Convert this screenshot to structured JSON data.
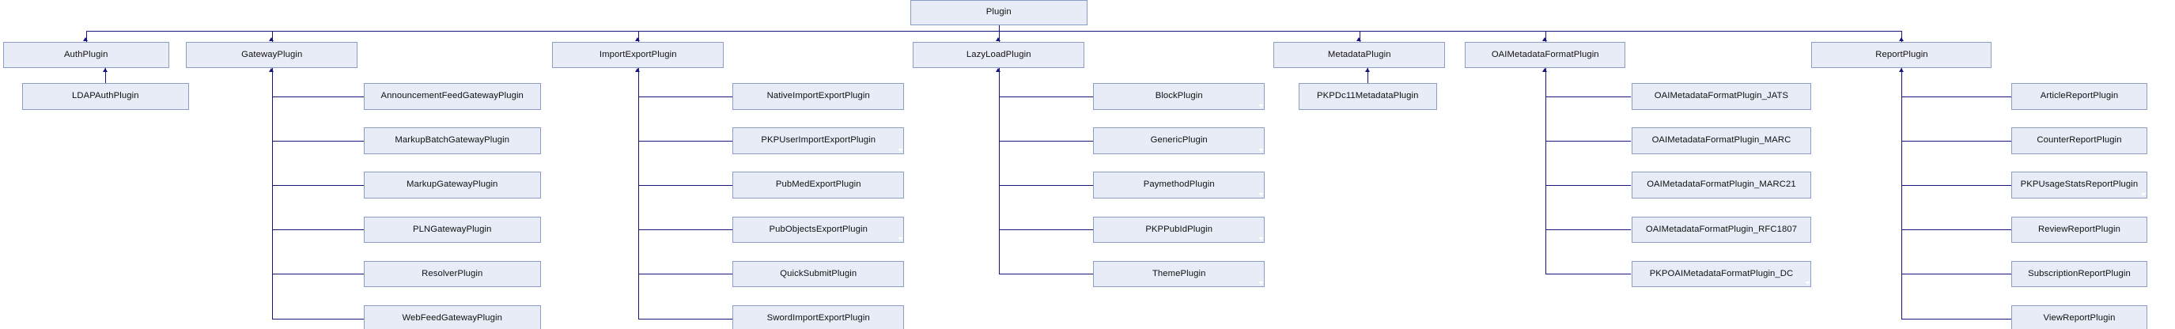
{
  "diagram": {
    "title": "Plugin",
    "kind": "class-inheritance-diagram",
    "colors": {
      "node_fill": "#e8ecf7",
      "node_border": "#8b9dc3",
      "edge": "#15157a",
      "background": "#ffffff"
    }
  },
  "root": {
    "label": "Plugin"
  },
  "branches": [
    {
      "id": "auth",
      "parent": {
        "label": "AuthPlugin"
      },
      "children": [
        {
          "label": "LDAPAuthPlugin",
          "abstract": false
        }
      ]
    },
    {
      "id": "gateway",
      "parent": {
        "label": "GatewayPlugin"
      },
      "children": [
        {
          "label": "AnnouncementFeedGatewayPlugin",
          "abstract": false
        },
        {
          "label": "MarkupBatchGatewayPlugin",
          "abstract": false
        },
        {
          "label": "MarkupGatewayPlugin",
          "abstract": false
        },
        {
          "label": "PLNGatewayPlugin",
          "abstract": false
        },
        {
          "label": "ResolverPlugin",
          "abstract": false
        },
        {
          "label": "WebFeedGatewayPlugin",
          "abstract": false
        }
      ]
    },
    {
      "id": "importexport",
      "parent": {
        "label": "ImportExportPlugin"
      },
      "children": [
        {
          "label": "NativeImportExportPlugin",
          "abstract": false
        },
        {
          "label": "PKPUserImportExportPlugin",
          "abstract": true
        },
        {
          "label": "PubMedExportPlugin",
          "abstract": false
        },
        {
          "label": "PubObjectsExportPlugin",
          "abstract": true
        },
        {
          "label": "QuickSubmitPlugin",
          "abstract": false
        },
        {
          "label": "SwordImportExportPlugin",
          "abstract": false
        }
      ]
    },
    {
      "id": "lazyload",
      "parent": {
        "label": "LazyLoadPlugin"
      },
      "children": [
        {
          "label": "BlockPlugin",
          "abstract": true
        },
        {
          "label": "GenericPlugin",
          "abstract": true
        },
        {
          "label": "PaymethodPlugin",
          "abstract": true
        },
        {
          "label": "PKPPubIdPlugin",
          "abstract": true
        },
        {
          "label": "ThemePlugin",
          "abstract": true
        }
      ]
    },
    {
      "id": "metadata",
      "parent": {
        "label": "MetadataPlugin"
      },
      "children": [
        {
          "label": "PKPDc11MetadataPlugin",
          "abstract": false
        }
      ]
    },
    {
      "id": "oai",
      "parent": {
        "label": "OAIMetadataFormatPlugin"
      },
      "children": [
        {
          "label": "OAIMetadataFormatPlugin_JATS",
          "abstract": false
        },
        {
          "label": "OAIMetadataFormatPlugin_MARC",
          "abstract": false
        },
        {
          "label": "OAIMetadataFormatPlugin_MARC21",
          "abstract": false
        },
        {
          "label": "OAIMetadataFormatPlugin_RFC1807",
          "abstract": false
        },
        {
          "label": "PKPOAIMetadataFormatPlugin_DC",
          "abstract": true
        }
      ]
    },
    {
      "id": "report",
      "parent": {
        "label": "ReportPlugin"
      },
      "children": [
        {
          "label": "ArticleReportPlugin",
          "abstract": false
        },
        {
          "label": "CounterReportPlugin",
          "abstract": false
        },
        {
          "label": "PKPUsageStatsReportPlugin",
          "abstract": true
        },
        {
          "label": "ReviewReportPlugin",
          "abstract": false
        },
        {
          "label": "SubscriptionReportPlugin",
          "abstract": false
        },
        {
          "label": "ViewReportPlugin",
          "abstract": false
        }
      ]
    }
  ]
}
